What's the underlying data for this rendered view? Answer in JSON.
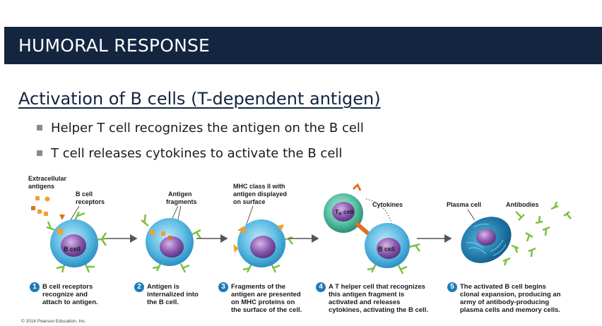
{
  "header": {
    "title": "HUMORAL RESPONSE"
  },
  "subtitle": "Activation of B cells (T-dependent antigen)",
  "bullets": [
    "Helper T cell recognizes the antigen on the B cell",
    "T cell releases cytokines to activate the B cell"
  ],
  "diagram": {
    "labels": {
      "extracellular": [
        "Extracellular",
        "antigens"
      ],
      "bcell_receptors": [
        "B cell",
        "receptors"
      ],
      "antigen_fragments": [
        "Antigen",
        "fragments"
      ],
      "mhc": [
        "MHC class II with",
        "antigen displayed",
        "on surface"
      ],
      "cytokines": "Cytokines",
      "plasma_cell": "Plasma cell",
      "antibodies": "Antibodies",
      "b_cell_1": "B cell",
      "b_cell_2": "B cell",
      "th_cell": "T",
      "th_sub": "H",
      "th_rest": " cell"
    },
    "steps": [
      {
        "num": "1",
        "text": "B cell receptors\nrecognize and\nattach to antigen."
      },
      {
        "num": "2",
        "text": "Antigen is\ninternalized into\nthe B cell."
      },
      {
        "num": "3",
        "text": "Fragments of the\nantigen are presented\non MHC proteins on\nthe surface of the cell."
      },
      {
        "num": "4",
        "text": "A T helper cell that recognizes\nthis antigen fragment is\nactivated and releases\ncytokines, activating the B cell."
      },
      {
        "num": "5",
        "text": "The activated B cell begins\nclonal expansion, producing an\narmy of antibody-producing\nplasma cells and memory cells."
      }
    ]
  },
  "copyright": "© 2016 Pearson Education, Inc.",
  "colors": {
    "title_bar": "#14253f",
    "cell_blue": "#3ba7d8",
    "nucleus": "#7a4a9c",
    "th_cell": "#2a9d8f",
    "receptor": "#7cc043",
    "antigen": "#f0a030",
    "step_circle": "#1f7ab8"
  }
}
